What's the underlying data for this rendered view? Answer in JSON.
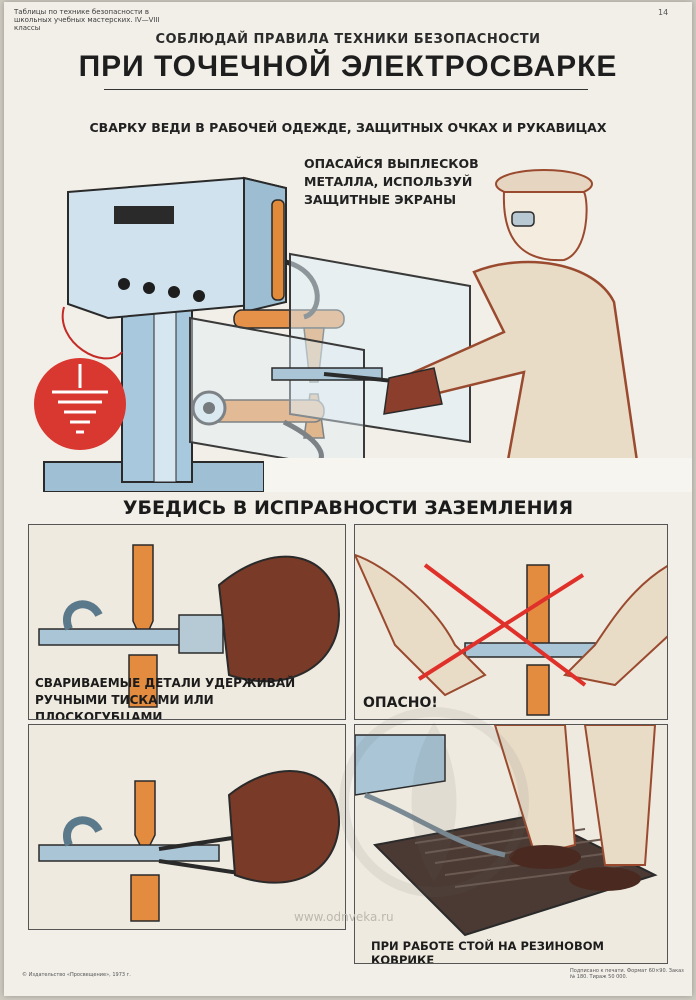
{
  "header": {
    "series_note": "Таблицы по технике безопасности в школьных учебных мастерских. IV—VIII классы",
    "page_number": "14",
    "subtitle": "СОБЛЮДАЙ ПРАВИЛА ТЕХНИКИ БЕЗОПАСНОСТИ",
    "title": "ПРИ ТОЧЕЧНОЙ ЭЛЕКТРОСВАРКЕ"
  },
  "main": {
    "clothing_instruction": "СВАРКУ ВЕДИ В РАБОЧЕЙ ОДЕЖДЕ, ЗАЩИТНЫХ ОЧКАХ И РУКАВИЦАХ",
    "spatter_warning": [
      "ОПАСАЙСЯ ВЫПЛЕСКОВ",
      "МЕТАЛЛА, ИСПОЛЬЗУЙ",
      "ЗАЩИТНЫЕ ЭКРАНЫ"
    ],
    "grounding_heading": "УБЕДИСЬ В ИСПРАВНОСТИ ЗАЗЕМЛЕНИЯ"
  },
  "panels": {
    "tongs": {
      "caption": [
        "СВАРИВАЕМЫЕ ДЕТАЛИ УДЕРЖИВАЙ",
        "РУЧНЫМИ ТИСКАМИ ИЛИ ПЛОСКОГУБЦАМИ"
      ]
    },
    "dangerous": {
      "caption": "ОПАСНО!"
    },
    "rubber_mat": {
      "caption": "ПРИ РАБОТЕ СТОЙ НА РЕЗИНОВОМ КОВРИКЕ"
    }
  },
  "watermark": {
    "url": "www.odnveka.ru"
  },
  "footer": {
    "publisher": "© Издательство «Просвещение», 1973 г.",
    "print_info": "Подписано к печати. Формат 60×90. Заказ № 180. Тираж 50 000."
  },
  "colors": {
    "accent_red": "#d8382f",
    "copper": "#e38b3e",
    "steel_blue": "#a9c5d6",
    "paper": "#f2efe8"
  }
}
